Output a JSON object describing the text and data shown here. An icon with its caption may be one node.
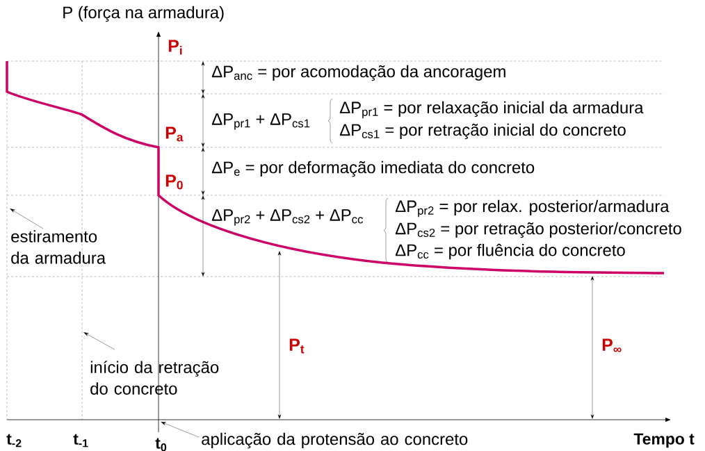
{
  "diagram": {
    "nodes": [
      {
        "text": [
          "estiramento da armadura"
        ]
      },
      {
        "text": [
          "início da retração do concreto"
        ]
      },
      {
        "text": [
          "aplicação da protensão ao concreto"
        ]
      }
    ],
    "edges": [
      {
        "from": 0,
        "to": null,
        "arrow": "to"
      },
      {
        "from": 1,
        "to": null,
        "arrow": "to"
      },
      {
        "from": 2,
        "to": null,
        "arrow": "to"
      }
    ],
    "labels": [
      "P (força na armadura)",
      "P$_{i}$",
      "ΔP$_{anc}$ = por acomodação da ancoragem",
      "ΔP$_{pr1}$ + ΔP$_{cs1}$",
      "ΔP$_{pr1}$ = por relaxação inicial da armadura",
      "P$_{a}$",
      "ΔP$_{cs1}$ = por retração inicial do concreto",
      "ΔP$_{e}$ = por deformação imediata do concreto",
      "P$_{0}$",
      "ΔP$_{pr2}$ + ΔP$_{cs2}$ + ΔP$_{cc}$",
      "ΔP$_{pr2}$ = por relax. posterior/armadura",
      "ΔP$_{cs2}$ = por retração posterior/concreto",
      "ΔP$_{cc}$ = por fluência do concreto",
      "P$_{t}$",
      "P$_{∞}$",
      "t$_{-2}$",
      "t$_{-1}$",
      "t$_{0}$",
      "Tempo t"
    ]
  }
}
